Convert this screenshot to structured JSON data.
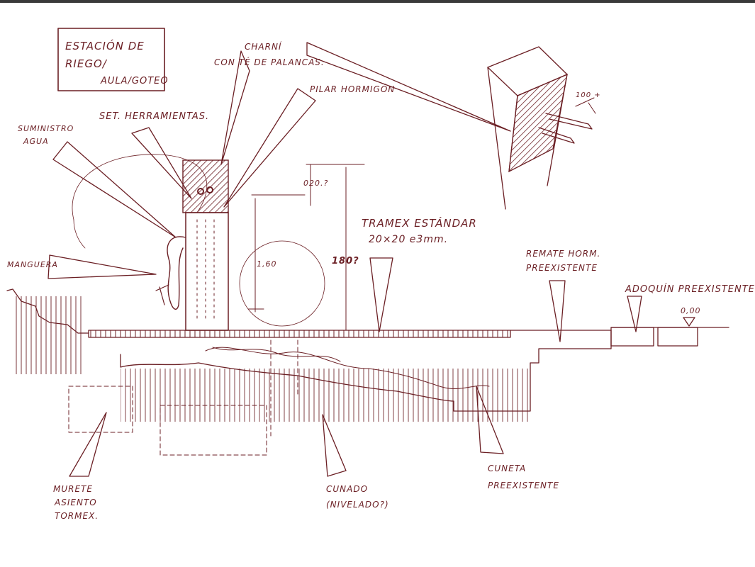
{
  "labels": {
    "title_line1": "ESTACIÓN DE",
    "title_line2": "RIEGO/",
    "title_line3": "AULA/GOTEO",
    "charnel": "CHARNÍ",
    "charnel_sub": "CON TÉ DE PALANCAS.",
    "pilar": "PILAR HORMIGÓN",
    "set_herramientas": "SET. HERRAMIENTAS.",
    "suministro_1": "SUMINISTRO",
    "suministro_2": "AGUA",
    "manguera": "MANGUERA",
    "tramex_1": "TRAMEX ESTÁNDAR",
    "tramex_2": "20×20 e3mm.",
    "remate_1": "REMATE HORM.",
    "remate_2": "PREEXISTENTE",
    "adoquin": "ADOQUÍN PREEXISTENTE",
    "level": "0,00",
    "dim_top": "020.?",
    "dim_mid": "1,60",
    "dim_height": "180?",
    "dim_detail": "100 +",
    "murete_1": "MURETE",
    "murete_2": "ASIENTO",
    "murete_3": "TORMEX.",
    "cunado_1": "CUNADO",
    "cunado_2": "(NIVELADO?)",
    "cuneta_1": "CUNETA",
    "cuneta_2": "PREEXISTENTE"
  },
  "colors": {
    "ink": "#6b1f24",
    "paper": "#ffffff",
    "edge": "#3a3a3a"
  }
}
